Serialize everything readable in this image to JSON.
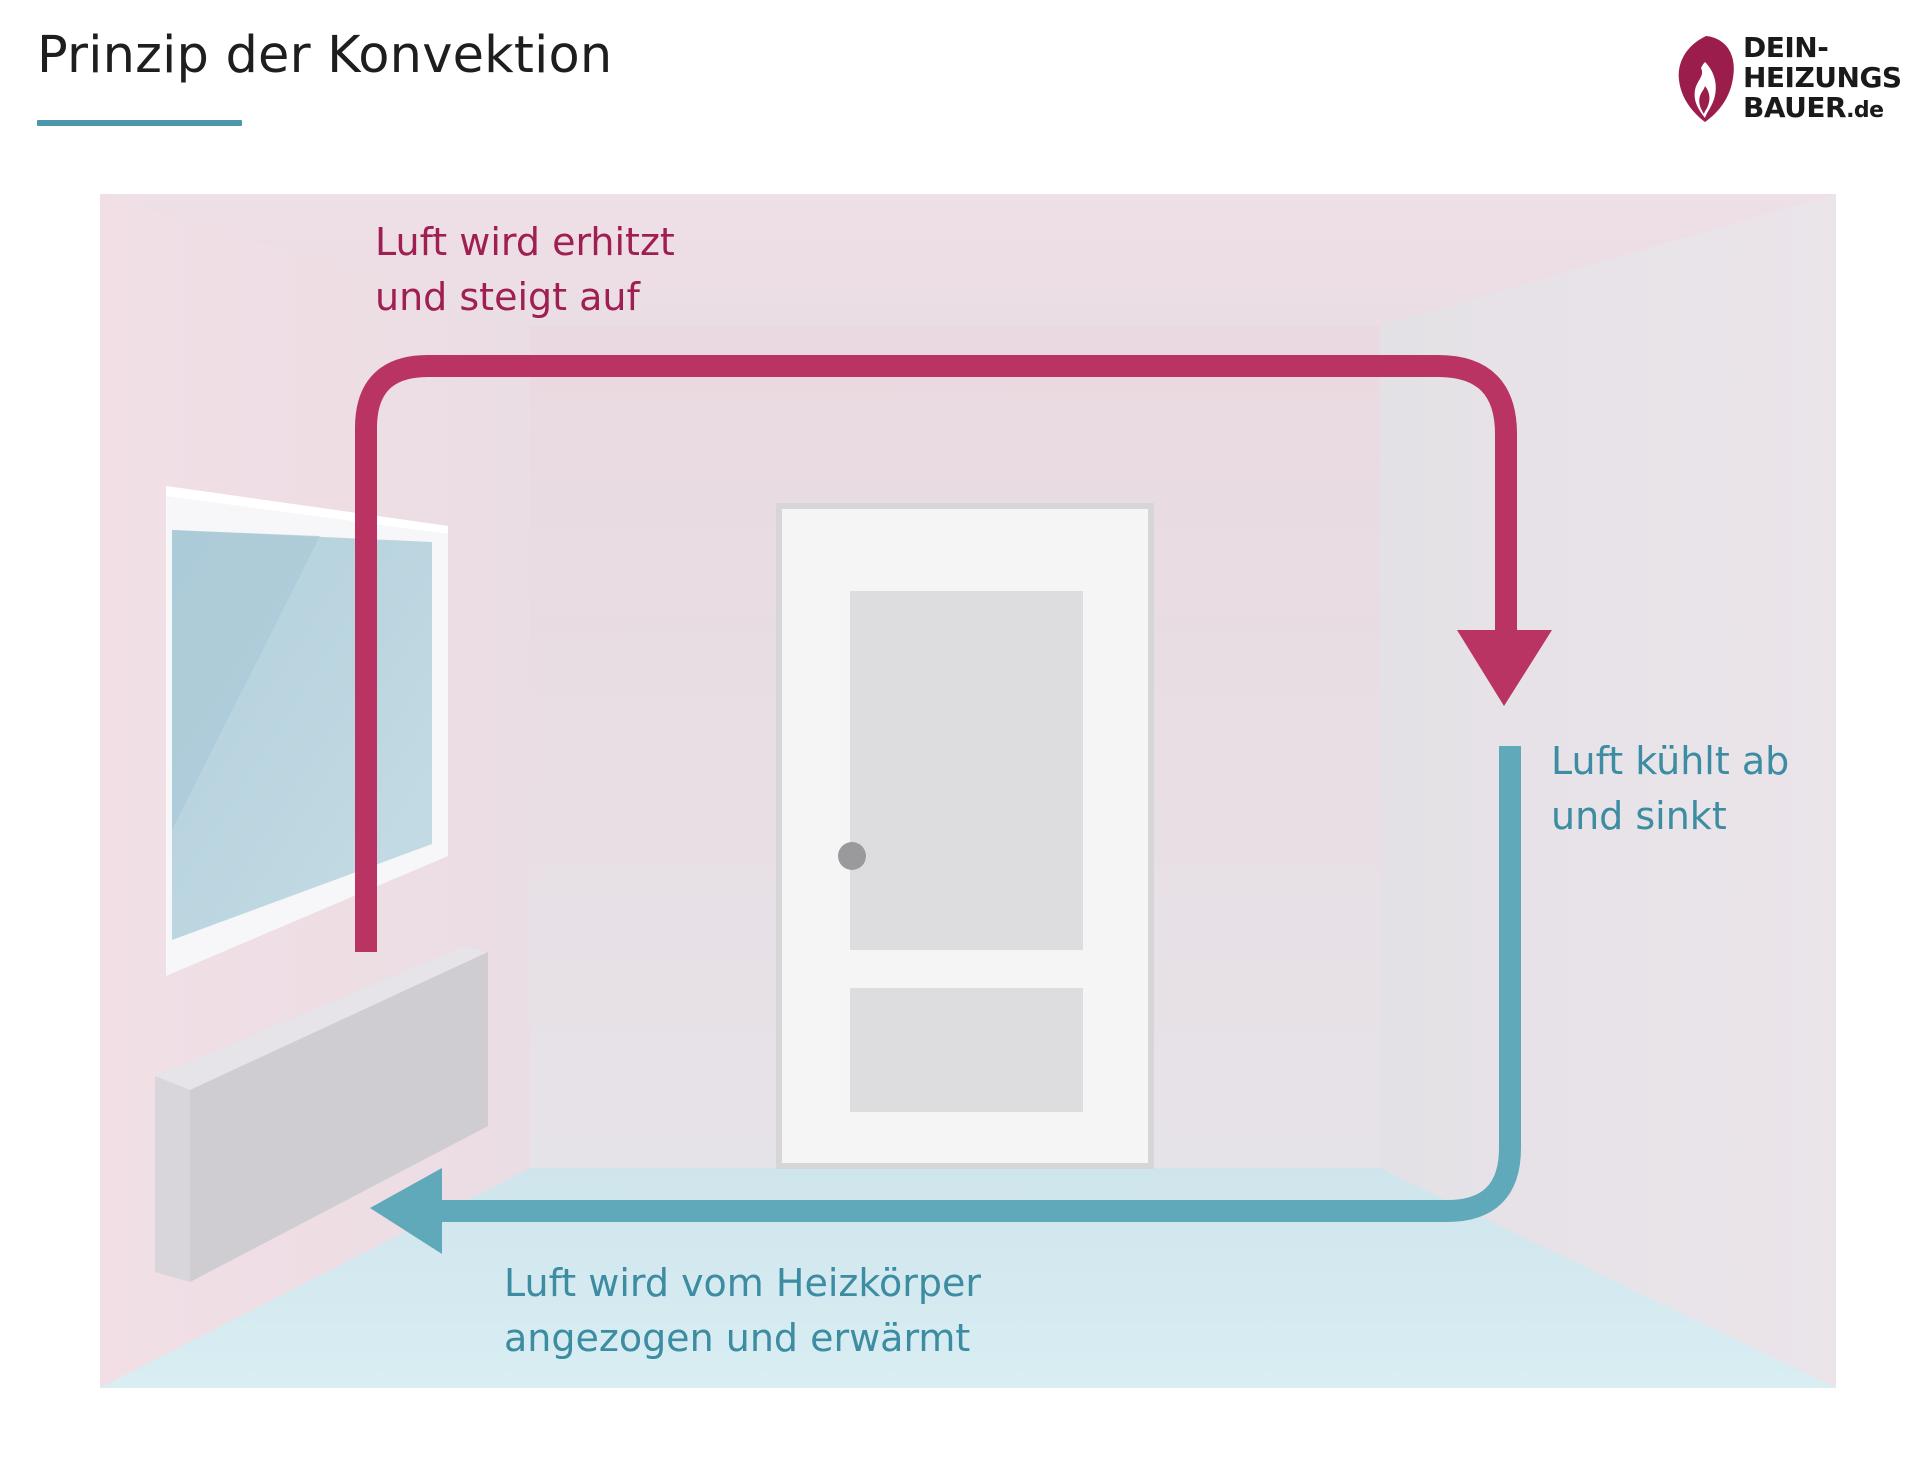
{
  "header": {
    "title": "Prinzip der Konvektion"
  },
  "logo": {
    "line1": "DEIN-",
    "line2": "HEIZUNGS",
    "line3_main": "BAUER",
    "line3_suffix": ".de",
    "colors": {
      "flame": "#9b1d4c",
      "text": "#1a1a1a"
    }
  },
  "diagram": {
    "hot_label": {
      "line1": "Luft wird erhitzt",
      "line2": "und steigt auf"
    },
    "cool_label": {
      "line1": "Luft kühlt ab",
      "line2": "und sinkt"
    },
    "bottom_label": {
      "line1": "Luft wird vom Heizkörper",
      "line2": "angezogen und erwärmt"
    },
    "colors": {
      "hot_arrow": "#b93363",
      "cool_arrow": "#5fa9ba",
      "hot_text": "#a01f52",
      "cool_text": "#3c8ca2",
      "accent_line": "#4b97ab"
    }
  }
}
